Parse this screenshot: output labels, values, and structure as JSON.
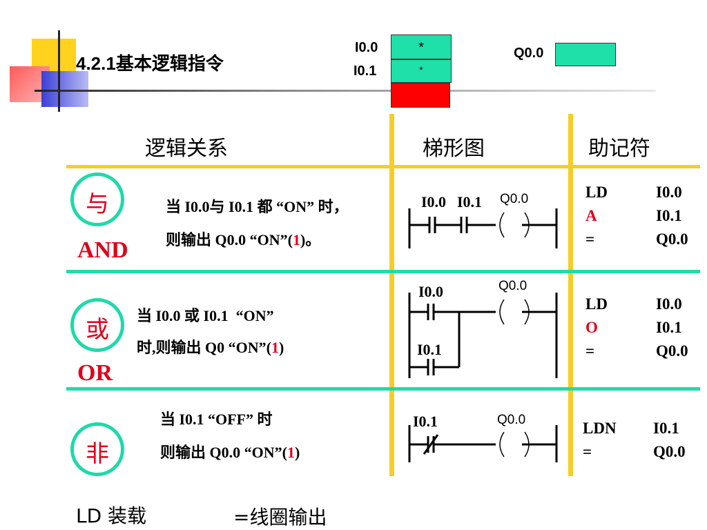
{
  "header": {
    "title": "4.2.1基本逻辑指令",
    "i00_label": "I0.0",
    "i01_label": "I0.1",
    "i00_value": "*",
    "i01_value": "*",
    "q00_label": "Q0.0"
  },
  "columns": {
    "logic": "逻辑关系",
    "ladder": "梯形图",
    "mnemonic": "助记符"
  },
  "rows": [
    {
      "symbol": "与",
      "name": "AND",
      "desc_line1": "当 I0.0与 I0.1 都 “ON” 时，",
      "desc_line2_pre": "则输出 Q0.0 “ON”(",
      "desc_line2_val": "1",
      "desc_line2_post": ")。",
      "contacts": [
        "I0.0",
        "I0.1"
      ],
      "coil": "Q0.0",
      "mnemonics": [
        {
          "op": "LD",
          "operand": "I0.0"
        },
        {
          "op": "A",
          "operand": "I0.1"
        },
        {
          "op": "=",
          "operand": "Q0.0"
        }
      ]
    },
    {
      "symbol": "或",
      "name": "OR",
      "desc_line1": "当 I0.0 或 I0.1  “ON”",
      "desc_line2_pre": "时,则输出 Q0 “ON”(",
      "desc_line2_val": "1",
      "desc_line2_post": ")",
      "contacts": [
        "I0.0",
        "I0.1"
      ],
      "coil": "Q0.0",
      "mnemonics": [
        {
          "op": "LD",
          "operand": "I0.0"
        },
        {
          "op": "O",
          "operand": "I0.1"
        },
        {
          "op": "=",
          "operand": "Q0.0"
        }
      ]
    },
    {
      "symbol": "非",
      "name": "",
      "desc_line1": "当 I0.1 “OFF” 时",
      "desc_line2_pre": "则输出 Q0.0 “ON”(",
      "desc_line2_val": "1",
      "desc_line2_post": ")",
      "contacts": [
        "I0.1"
      ],
      "coil": "Q0.0",
      "mnemonics": [
        {
          "op": "LDN",
          "operand": "I0.1"
        },
        {
          "op": "=",
          "operand": "Q0.0"
        }
      ]
    }
  ],
  "footer": {
    "ld_note": "LD 装载",
    "eq_note": "=线圈输出"
  },
  "colors": {
    "accent_yellow": "#f6cc2a",
    "accent_teal": "#22dba6",
    "highlight_red": "#e0001b",
    "status_green": "#1ee0a8",
    "status_red": "#ff0000"
  }
}
